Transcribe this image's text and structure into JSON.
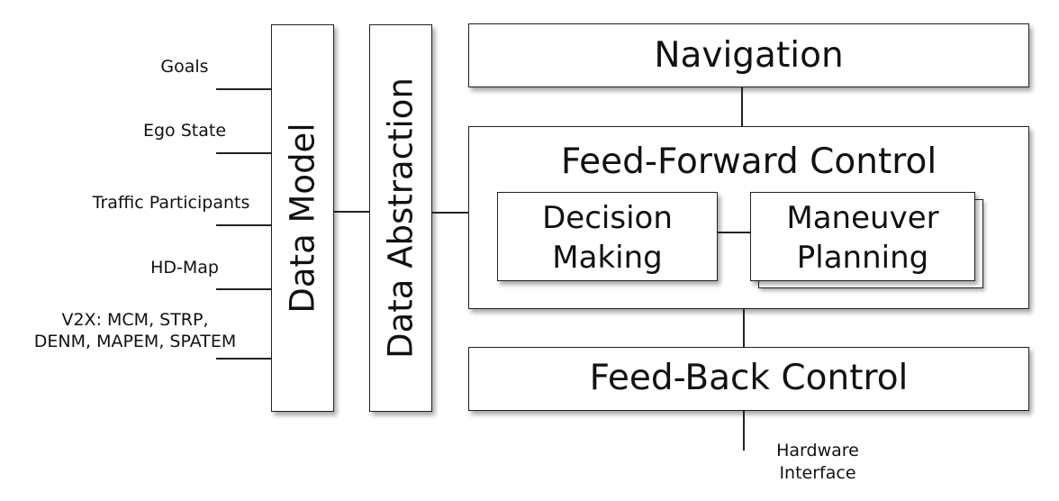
{
  "inputs": {
    "goals": "Goals",
    "ego_state": "Ego State",
    "traffic_participants": "Traffic Participants",
    "hd_map": "HD-Map",
    "v2x_line1": "V2X: MCM, STRP,",
    "v2x_line2": "DENM, MAPEM, SPATEM"
  },
  "blocks": {
    "data_model": "Data Model",
    "data_abstraction": "Data Abstraction",
    "navigation": "Navigation",
    "feed_forward_control": "Feed-Forward Control",
    "decision_making_line1": "Decision",
    "decision_making_line2": "Making",
    "maneuver_planning_line1": "Maneuver",
    "maneuver_planning_line2": "Planning",
    "feed_back_control": "Feed-Back Control"
  },
  "outputs": {
    "hardware_interface_line1": "Hardware",
    "hardware_interface_line2": "Interface"
  }
}
